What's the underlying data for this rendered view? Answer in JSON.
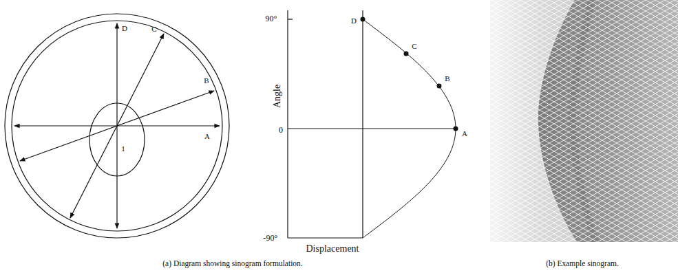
{
  "diagram": {
    "labels": [
      "D",
      "C",
      "B",
      "A",
      "1",
      "90°",
      "D",
      "C",
      "B",
      "A",
      "0",
      "-90°",
      "Angle",
      "Displacement",
      "(a) Diagram showing sinogram formulation.",
      "(b) Example sinogram."
    ]
  }
}
